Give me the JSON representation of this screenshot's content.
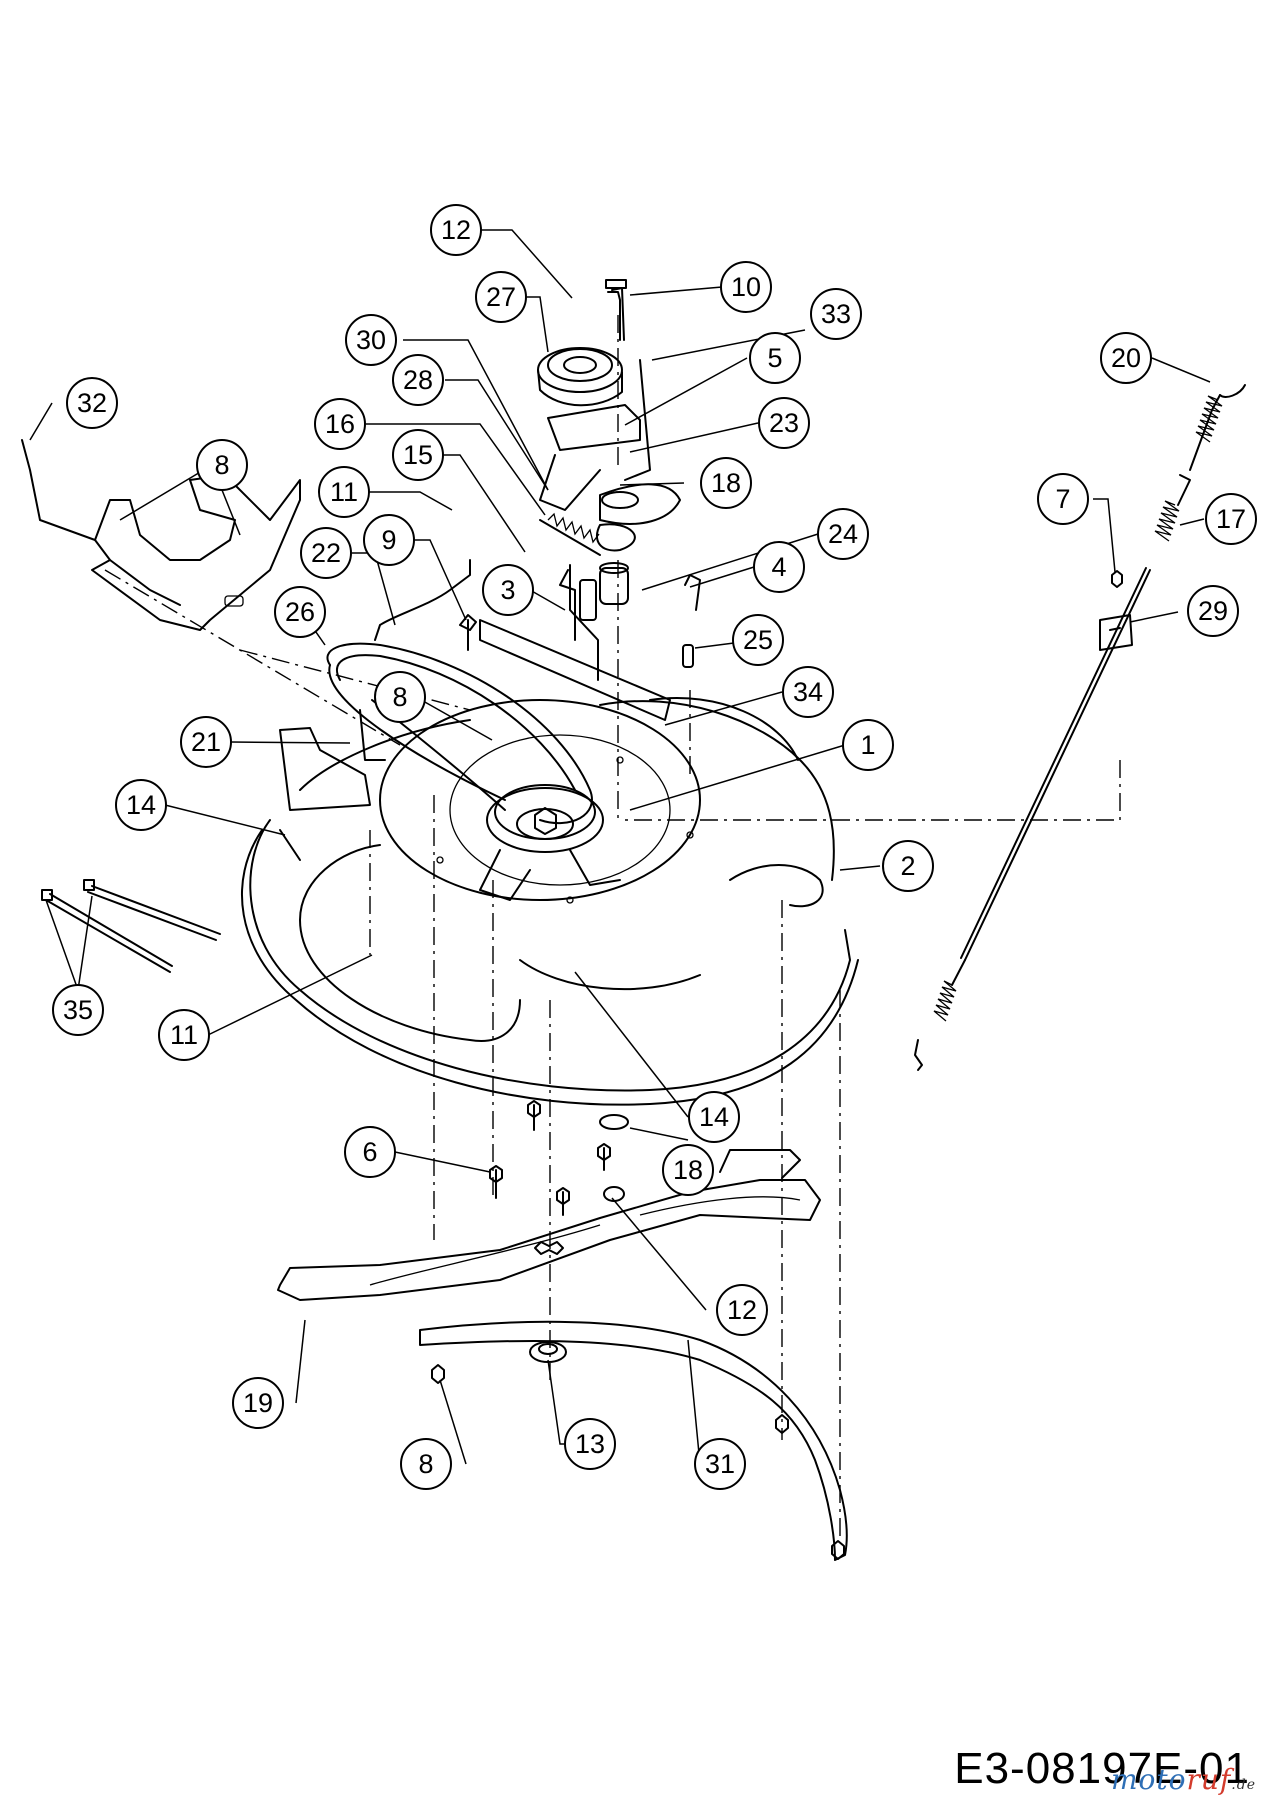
{
  "callouts": [
    {
      "label": "12"
    },
    {
      "label": "10"
    },
    {
      "label": "27"
    },
    {
      "label": "33"
    },
    {
      "label": "30"
    },
    {
      "label": "5"
    },
    {
      "label": "28"
    },
    {
      "label": "23"
    },
    {
      "label": "16"
    },
    {
      "label": "15"
    },
    {
      "label": "18"
    },
    {
      "label": "11"
    },
    {
      "label": "9"
    },
    {
      "label": "24"
    },
    {
      "label": "22"
    },
    {
      "label": "4"
    },
    {
      "label": "3"
    },
    {
      "label": "26"
    },
    {
      "label": "25"
    },
    {
      "label": "8"
    },
    {
      "label": "34"
    },
    {
      "label": "21"
    },
    {
      "label": "1"
    },
    {
      "label": "14"
    },
    {
      "label": "2"
    },
    {
      "label": "35"
    },
    {
      "label": "11"
    },
    {
      "label": "14"
    },
    {
      "label": "6"
    },
    {
      "label": "18"
    },
    {
      "label": "12"
    },
    {
      "label": "19"
    },
    {
      "label": "13"
    },
    {
      "label": "31"
    },
    {
      "label": "8"
    },
    {
      "label": "32"
    },
    {
      "label": "8"
    },
    {
      "label": "20"
    },
    {
      "label": "7"
    },
    {
      "label": "17"
    },
    {
      "label": "29"
    }
  ],
  "drawing_code": "E3-08197E-01",
  "watermark": {
    "brand_a": "moto",
    "brand_b": "ruf",
    "tld": ".de"
  }
}
